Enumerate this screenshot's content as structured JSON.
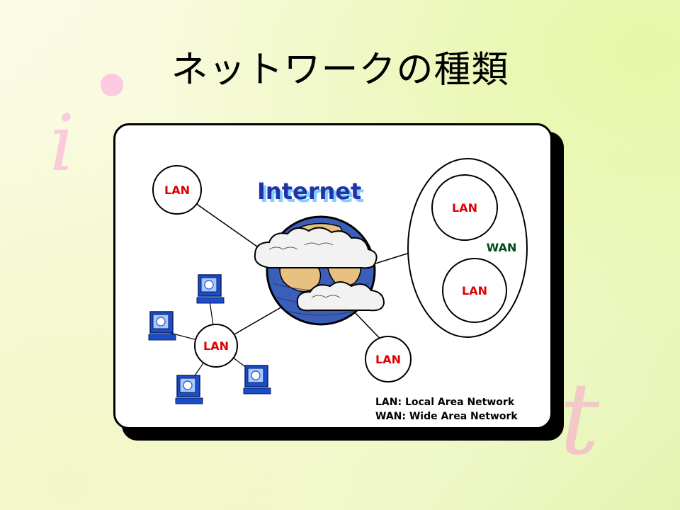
{
  "title": "ネットワークの種類",
  "diagram": {
    "internet_label": "Internet",
    "lan_label": "LAN",
    "wan_label": "WAN",
    "legend": [
      "LAN: Local Area Network",
      "WAN: Wide Area Network"
    ]
  },
  "colors": {
    "lan_text": "#e00000",
    "wan_text": "#004a1a",
    "internet_text": "#2233aa",
    "internet_shadow": "#7fd0ff",
    "computer_blue": "#1a4dc8"
  }
}
